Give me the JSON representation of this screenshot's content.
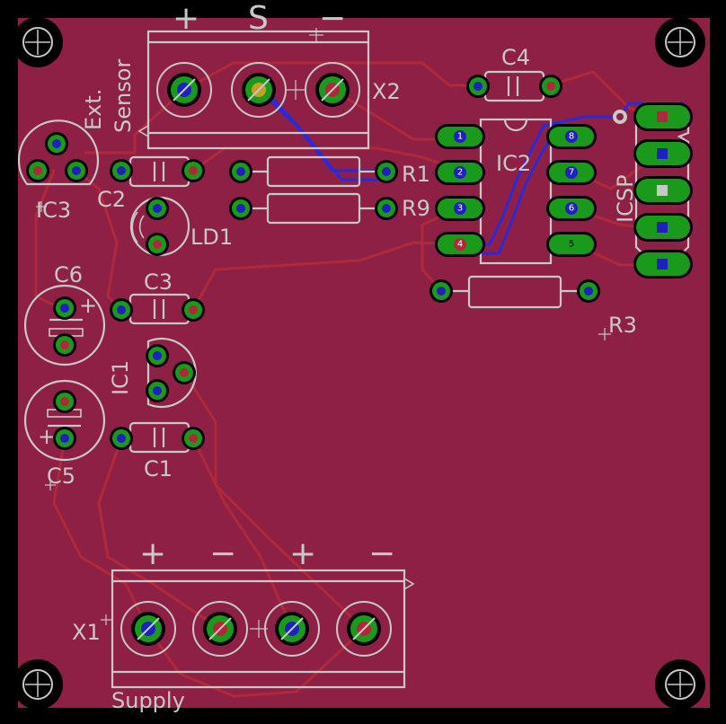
{
  "colors": {
    "background": "#000000",
    "board": "#8e2045",
    "silkscreen": "#c8c8c8",
    "pad": "#1a9a1a",
    "pad_ring": "#000000",
    "drill": "#2020c0",
    "trace_top": "#b0293a",
    "trace_bottom": "#2a2ad8"
  },
  "parts": {
    "x2": "X2",
    "x1": "X1",
    "ic1": "IC1",
    "ic2": "IC2",
    "ic3": "IC3",
    "c1": "C1",
    "c2": "C2",
    "c3": "C3",
    "c4": "C4",
    "c5": "C5",
    "c6": "C6",
    "r1": "R1",
    "r3": "R3",
    "r9": "R9",
    "ld1": "LD1",
    "icsp": "ICSP"
  },
  "labels": {
    "ext": "Ext.",
    "sensor": "Sensor",
    "supply": "Supply",
    "x2_plus": "+",
    "x2_s": "S",
    "x2_minus": "−",
    "x1_plus_1": "+",
    "x1_minus_1": "−",
    "x1_plus_2": "+",
    "x1_minus_2": "−"
  },
  "ic2_pins": [
    "1",
    "2",
    "3",
    "4",
    "5",
    "6",
    "7",
    "8"
  ]
}
